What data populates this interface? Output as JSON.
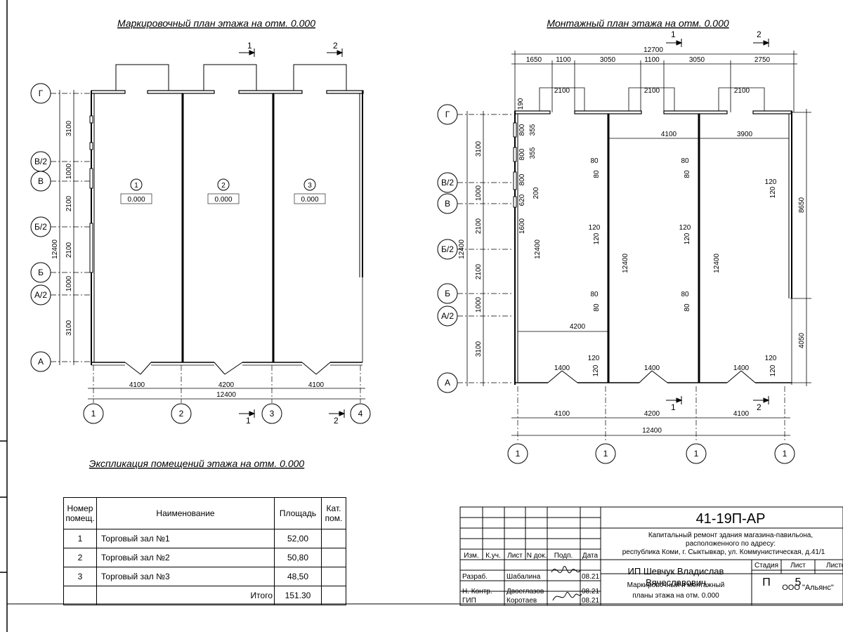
{
  "plan_left": {
    "title": "Маркировочный план этажа на отм. 0.000",
    "rows": [
      "Г",
      "В/2",
      "В",
      "Б/2",
      "Б",
      "А/2",
      "А"
    ],
    "row_dims": [
      "3100",
      "1000",
      "2100",
      "2100",
      "1000",
      "3100"
    ],
    "total_v": "12400",
    "cols": [
      "1",
      "2",
      "3",
      "4"
    ],
    "col_dims": [
      "4100",
      "4200",
      "4100"
    ],
    "total_h": "12400",
    "rooms": [
      {
        "num": "1",
        "level": "0.000"
      },
      {
        "num": "2",
        "level": "0.000"
      },
      {
        "num": "3",
        "level": "0.000"
      }
    ],
    "section_1": "1",
    "section_2": "2"
  },
  "plan_right": {
    "title": "Монтажный план этажа на отм. 0.000",
    "rows": [
      "Г",
      "В/2",
      "В",
      "Б/2",
      "Б",
      "А/2",
      "А"
    ],
    "row_dims": [
      "3100",
      "1000",
      "2100",
      "2100",
      "1000",
      "3100"
    ],
    "total_v": "12400",
    "top_total": "12700",
    "top_dims": [
      "1650",
      "1100",
      "3050",
      "1100",
      "3050",
      "2750"
    ],
    "vestibule_w": "2100",
    "d190": "190",
    "inner_4100": "4100",
    "inner_3900": "3900",
    "wall_80": "80",
    "wall_120": "120",
    "height_12400": "12400",
    "d800": "800",
    "d355": "355",
    "d620": "620",
    "d200": "200",
    "d1600": "1600",
    "d4200": "4200",
    "d1400": "1400",
    "d8650": "8650",
    "d4050": "4050",
    "col_dims": [
      "4100",
      "4200",
      "4100"
    ],
    "total_h": "12400",
    "cols": [
      "1",
      "1",
      "1",
      "1"
    ],
    "section_1": "1",
    "section_2": "2"
  },
  "explication": {
    "title": "Экспликация помещений этажа на отм. 0.000",
    "headers": {
      "num": "Номер помещ.",
      "name": "Наименование",
      "area": "Площадь",
      "cat": "Кат. пом."
    },
    "rows": [
      {
        "num": "1",
        "name": "Торговый зал №1",
        "area": "52,00"
      },
      {
        "num": "2",
        "name": "Торговый зал №2",
        "area": "50,80"
      },
      {
        "num": "3",
        "name": "Торговый зал №3",
        "area": "48,50"
      }
    ],
    "total_label": "Итого",
    "total_value": "151.30"
  },
  "stamp": {
    "code": "41-19П-АР",
    "object_l1": "Капитальный ремонт здания магазина-павильона,",
    "object_l2": "расположенного по адресу:",
    "object_l3": "республика Коми, г. Сыктывкар, ул. Коммунистическая, д.41/1",
    "h_izm": "Изм.",
    "h_kuch": "К.уч.",
    "h_list": "Лист",
    "h_ndok": "N док.",
    "h_podp": "Подп.",
    "h_data": "Дата",
    "org_l1": "ИП Шевчук Владислав",
    "org_l2": "Вячеславович",
    "stadia_h": "Стадия",
    "list_h": "Лист",
    "listov_h": "Листов",
    "stadia": "П",
    "list": "5",
    "razrab_role": "Разраб.",
    "razrab_name": "Шабалина",
    "razrab_date": "08.21",
    "nkontr_role": "Н. Контр.",
    "nkontr_name": "Двоеглазов",
    "nkontr_date": "08.21",
    "gip_role": "ГИП",
    "gip_name": "Коротаев",
    "gip_date": "08.21",
    "sheet_l1": "Маркировочный и монтажный",
    "sheet_l2": "планы этажа на отм. 0.000",
    "company": "ООО \"Альянс\""
  }
}
